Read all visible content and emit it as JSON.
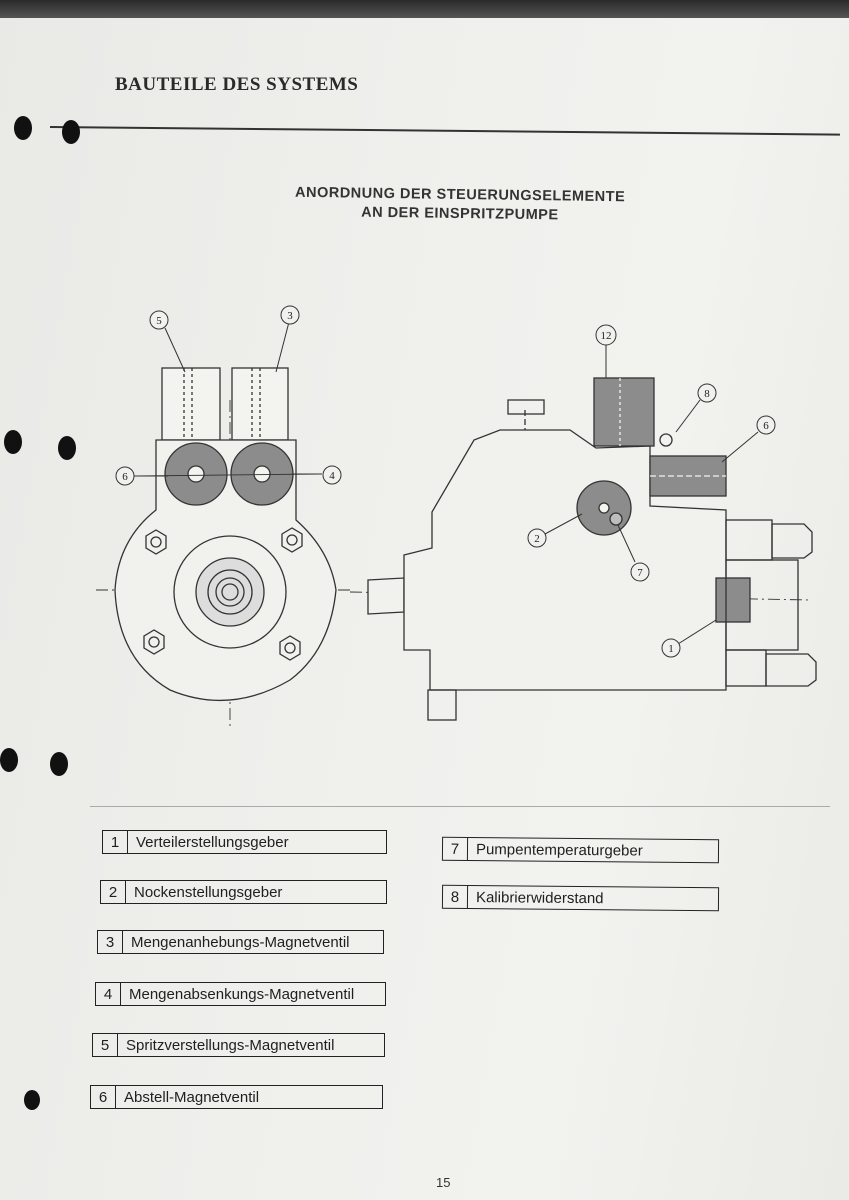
{
  "header": {
    "section_title": "BAUTEILE DES SYSTEMS"
  },
  "figure": {
    "title_line1": "ANORDNUNG DER STEUERUNGSELEMENTE",
    "title_line2": "AN DER EINSPRITZPUMPE",
    "callouts": [
      "1",
      "2",
      "3",
      "4",
      "5",
      "6",
      "6",
      "7",
      "8",
      "12"
    ]
  },
  "legend": {
    "items": [
      {
        "num": "1",
        "label": "Verteilerstellungsgeber"
      },
      {
        "num": "2",
        "label": "Nockenstellungsgeber"
      },
      {
        "num": "3",
        "label": "Mengenanhebungs-Magnetventil"
      },
      {
        "num": "4",
        "label": "Mengenabsenkungs-Magnetventil"
      },
      {
        "num": "5",
        "label": "Spritzverstellungs-Magnetventil"
      },
      {
        "num": "6",
        "label": "Abstell-Magnetventil"
      },
      {
        "num": "7",
        "label": "Pumpentemperaturgeber"
      },
      {
        "num": "8",
        "label": "Kalibrierwiderstand"
      }
    ]
  },
  "footer": {
    "page_number": "15"
  },
  "colors": {
    "paper": "#efefec",
    "ink": "#222222",
    "component_fill": "#8c8c8c"
  }
}
